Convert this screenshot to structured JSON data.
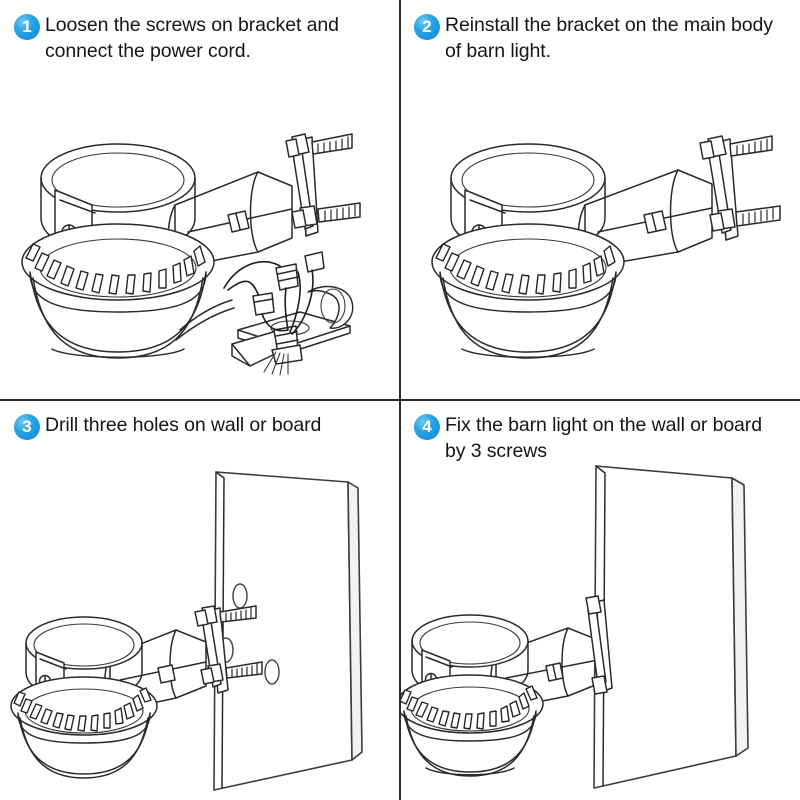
{
  "document": {
    "title": "Barn light installation instructions",
    "panel_count": 4,
    "accent_color": "#1b9ee0",
    "line_color": "#2a2a2a",
    "background_color": "#ffffff"
  },
  "panels": [
    {
      "number": "1",
      "caption": "Loosen the screws on bracket and connect the power cord.",
      "illustration": "barn-light-with-detached-bracket-and-wiring"
    },
    {
      "number": "2",
      "caption": "Reinstall the bracket on the main body of barn light.",
      "illustration": "barn-light-with-bracket-assembled"
    },
    {
      "number": "3",
      "caption": "Drill three holes on wall or board",
      "illustration": "mounting-board-with-three-drilled-holes"
    },
    {
      "number": "4",
      "caption": "Fix the barn light on the wall or board by 3 screws",
      "illustration": "barn-light-mounted-on-board"
    }
  ]
}
